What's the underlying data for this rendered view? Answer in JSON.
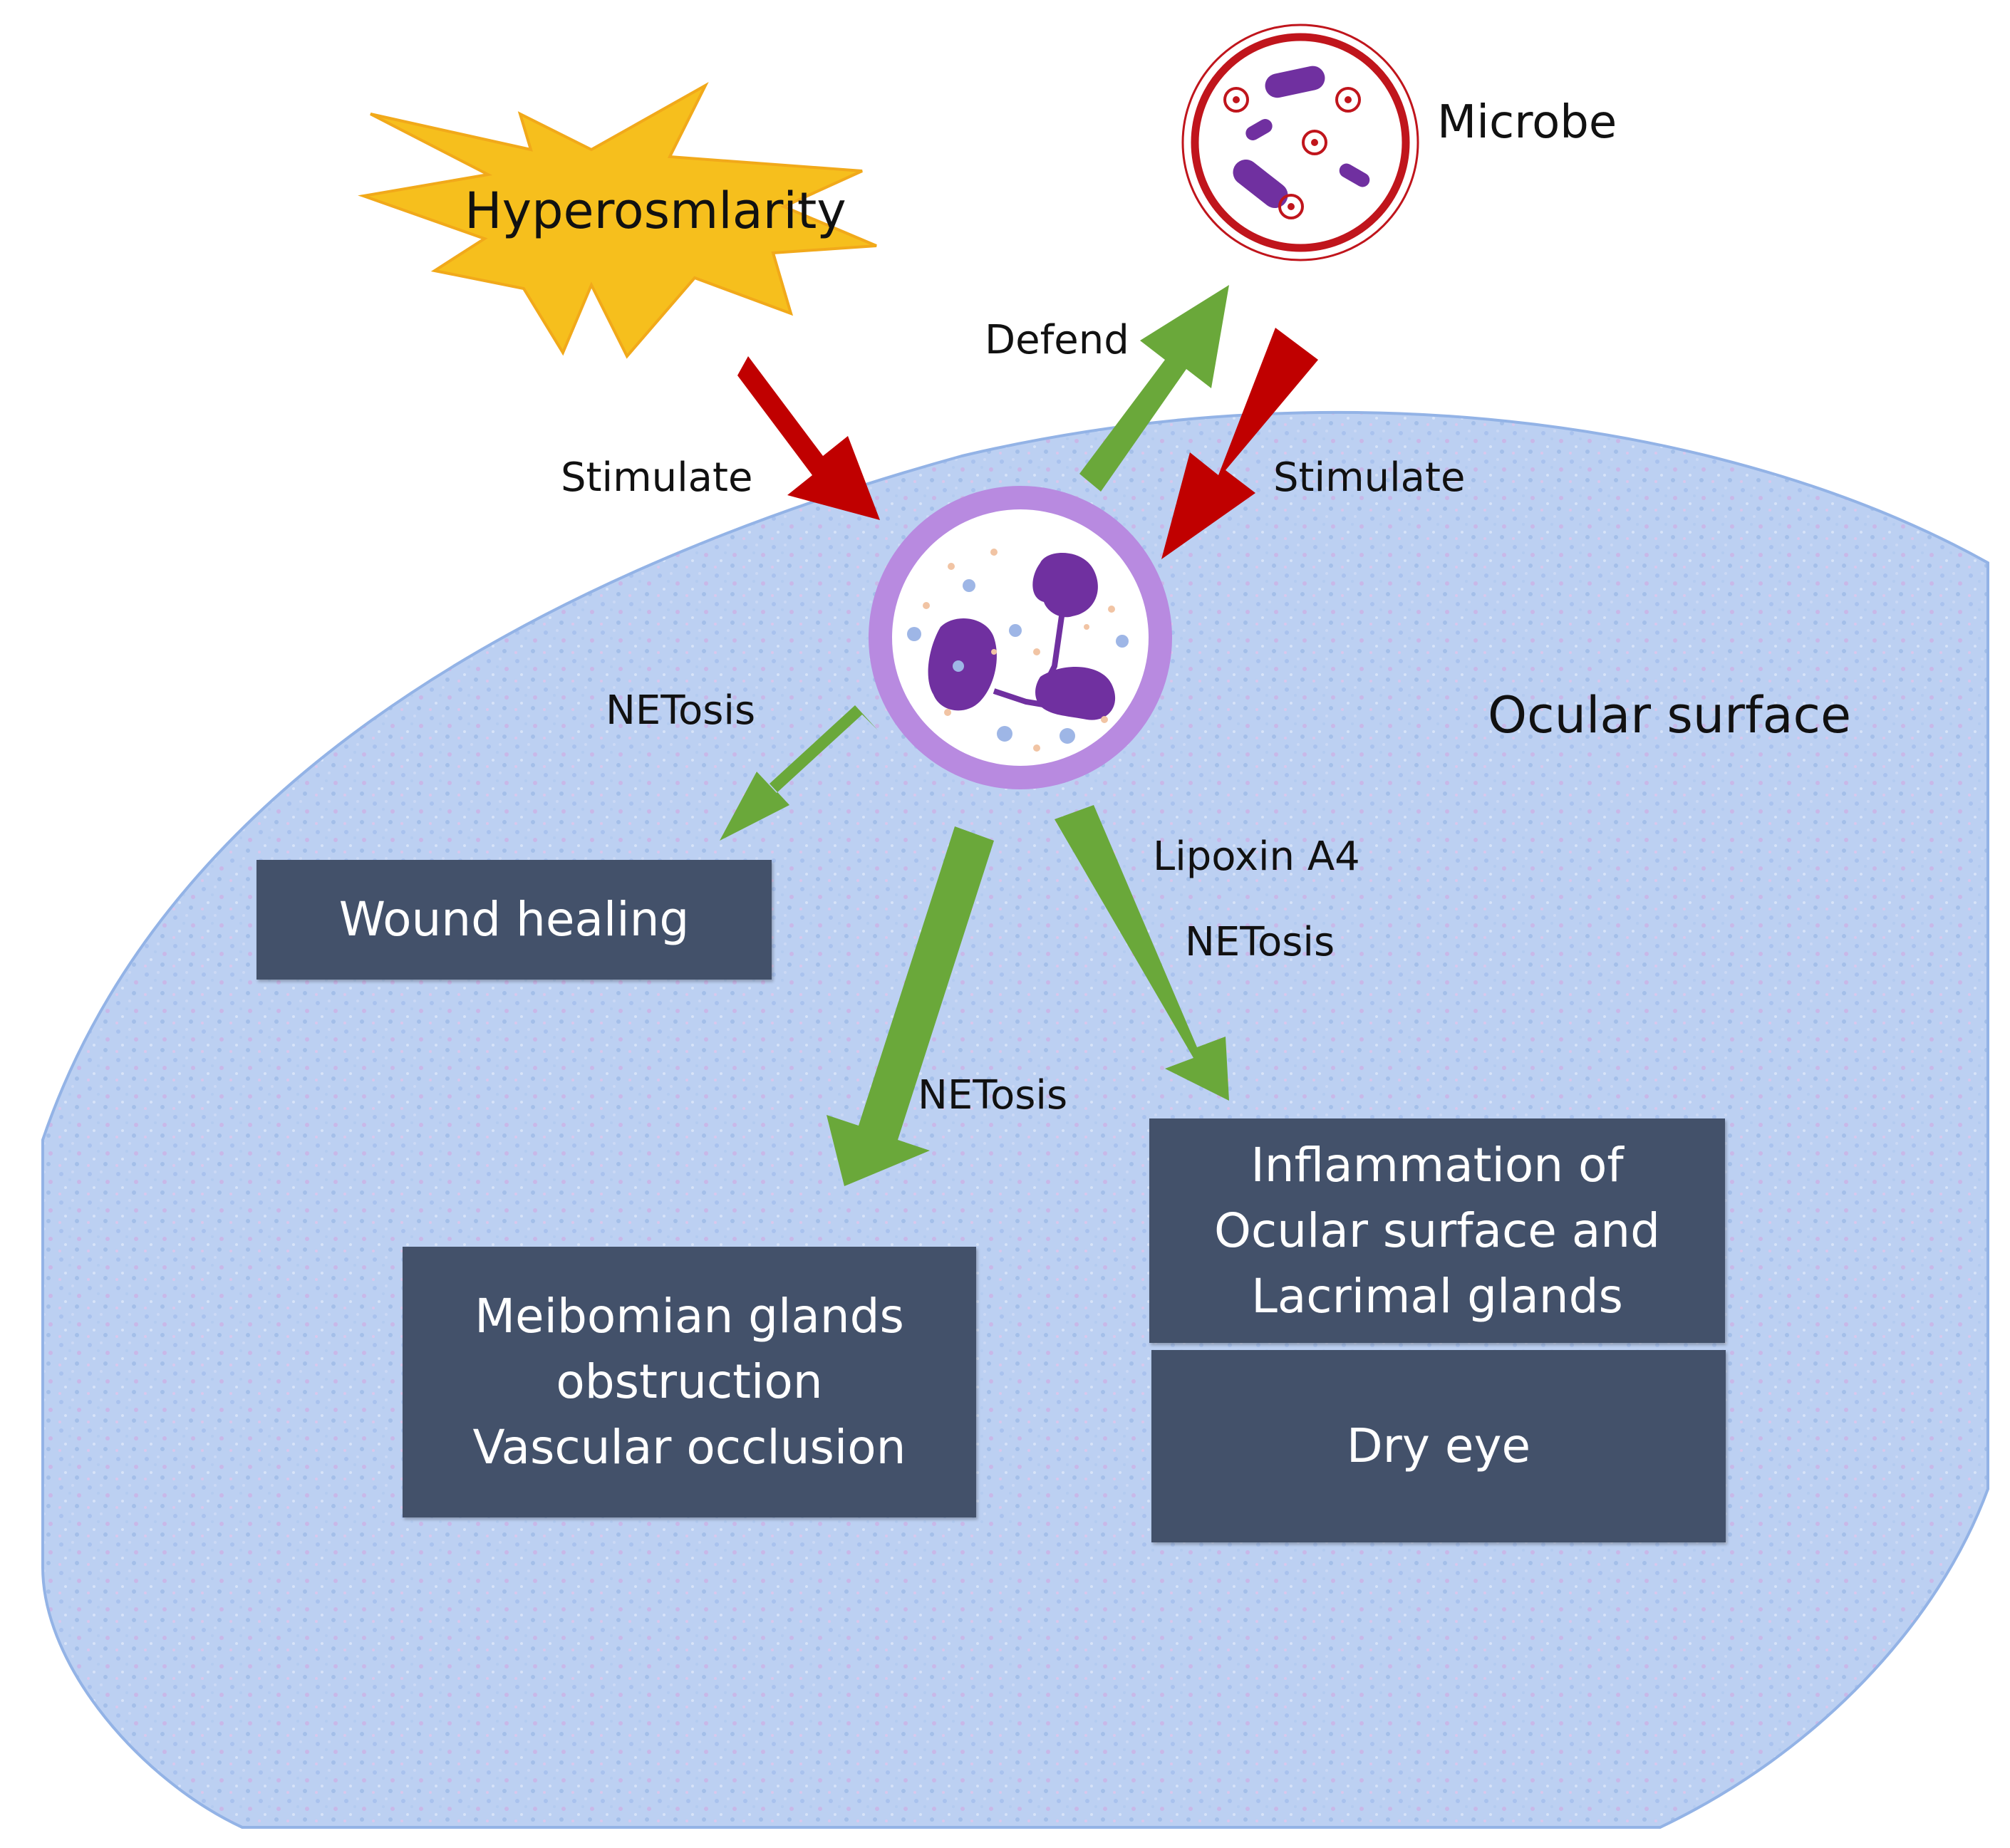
{
  "colors": {
    "surface_fill": "#bcd0f2",
    "surface_edge": "#93b3e6",
    "box_fill": "#43516a",
    "box_text": "#ffffff",
    "stimulate_arrow": "#c00000",
    "netosis_arrow": "#6aa83a",
    "burst_fill": "#f6bf1d",
    "cell_membrane": "#b88ae0",
    "nucleus": "#7030a0",
    "microbe_ring": "#c0151c"
  },
  "icons": {
    "trigger": "starburst-icon",
    "pathogen": "microbe-icon",
    "immune_cell": "neutrophil-icon"
  },
  "labels": {
    "hyperosmolarity": "Hyperosmlarity",
    "microbe": "Microbe",
    "defend": "Defend",
    "stimulate_left": "Stimulate",
    "stimulate_right": "Stimulate",
    "ocular_surface": "Ocular surface",
    "netosis_left": "NETosis",
    "netosis_middle": "NETosis",
    "lipoxin": "Lipoxin A4",
    "netosis_right": "NETosis"
  },
  "boxes": {
    "wound_healing": "Wound healing",
    "meibomian": {
      "line1": "Meibomian glands",
      "line2": "obstruction",
      "line3": "Vascular occlusion"
    },
    "inflammation": {
      "line1": "Inflammation of",
      "line2": "Ocular surface and",
      "line3": "Lacrimal glands"
    },
    "dry_eye": "Dry eye"
  }
}
